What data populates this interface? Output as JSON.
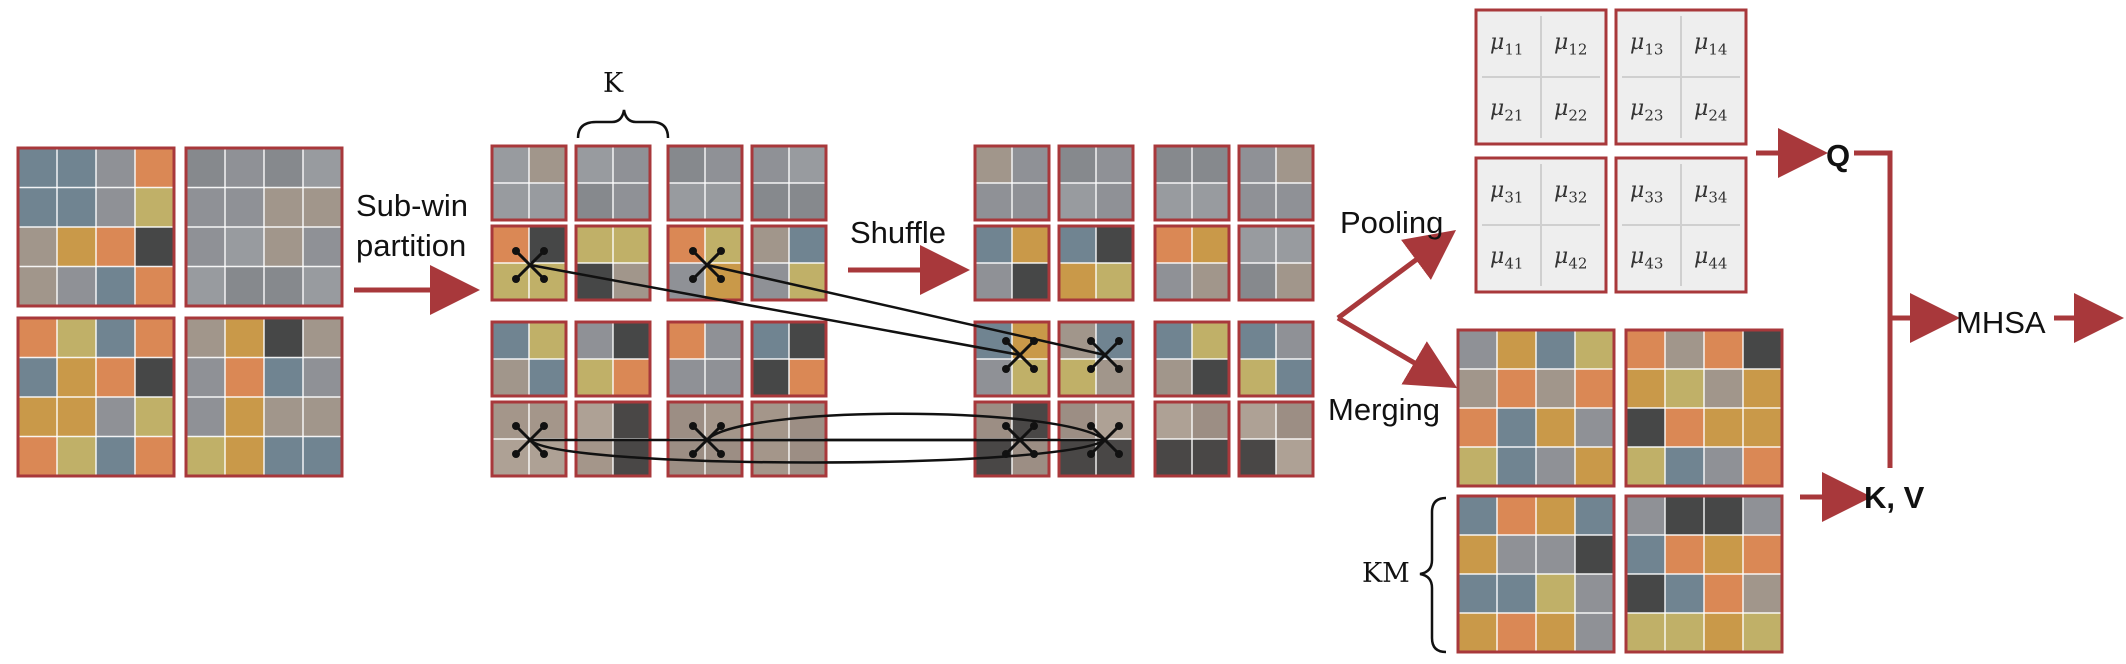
{
  "labels": {
    "k": "K",
    "sub_win": "Sub-win",
    "partition": "partition",
    "shuffle": "Shuffle",
    "pooling": "Pooling",
    "merging": "Merging",
    "q": "Q",
    "mhsa": "MHSA",
    "kv": "K, V",
    "km": "KM"
  },
  "mu_matrix": [
    [
      [
        [
          "11",
          "12"
        ],
        [
          "21",
          "22"
        ]
      ],
      [
        [
          "13",
          "14"
        ],
        [
          "23",
          "24"
        ]
      ]
    ],
    [
      [
        [
          "31",
          "32"
        ],
        [
          "41",
          "42"
        ]
      ],
      [
        [
          "33",
          "34"
        ],
        [
          "43",
          "44"
        ]
      ]
    ]
  ],
  "colors": {
    "frame": "#a8383b",
    "arrow": "#a8383b",
    "grid_line": "#ffffff",
    "pool_cell": "#eeeeee",
    "pool_line": "#cfcfcf",
    "orange": "#e8864a",
    "mustard": "#d39a3c",
    "gray_wall": "#8f9196",
    "blue_gray": "#6b8191",
    "floor": "#a4968a",
    "tire": "#3a3a3a",
    "yellow": "#c9b560",
    "green": "#4f6b3c"
  }
}
